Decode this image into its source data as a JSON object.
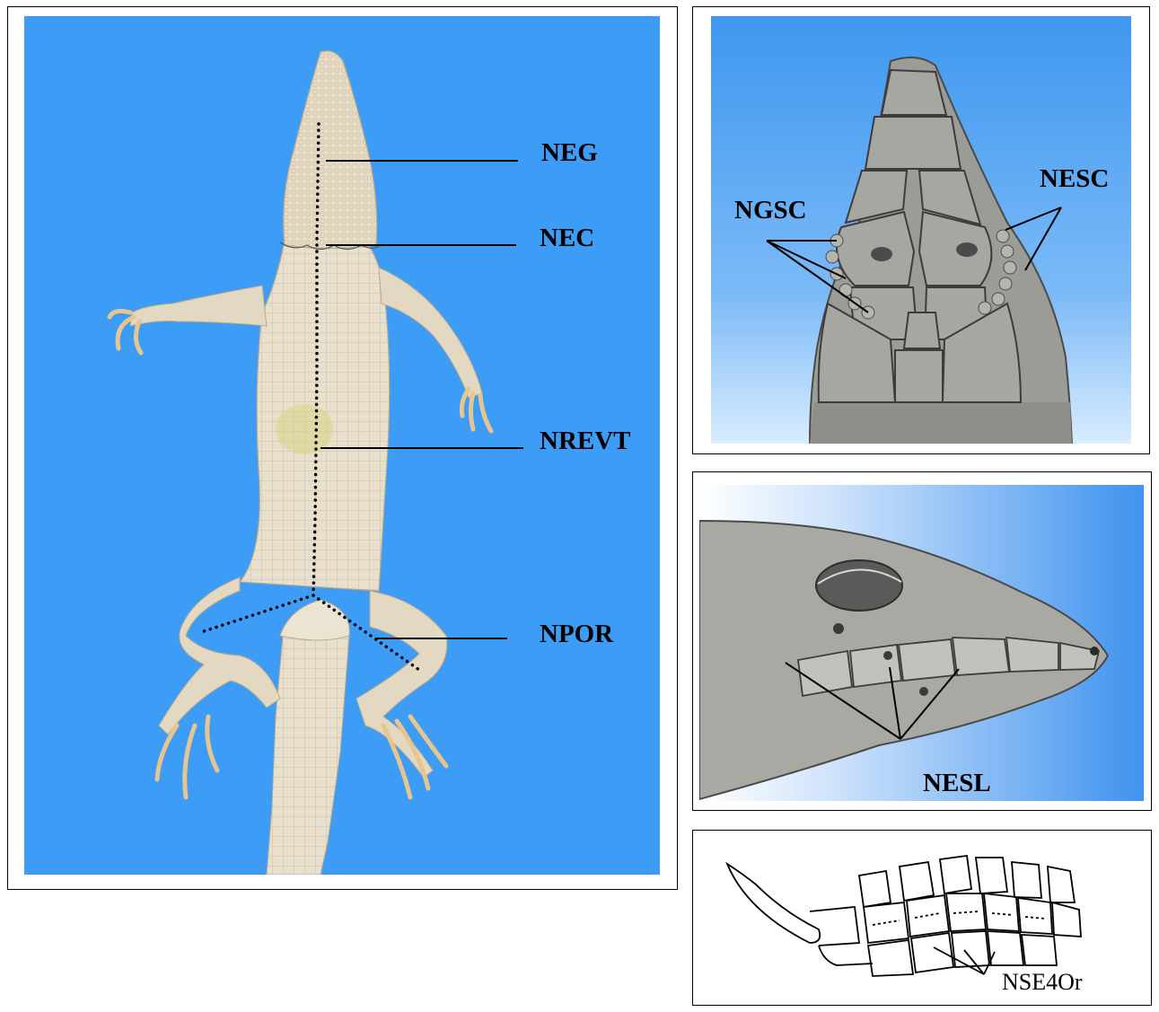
{
  "labels": {
    "neg": "NEG",
    "nec": "NEC",
    "nrevt": "NREVT",
    "npor": "NPOR",
    "ngsc": "NGSC",
    "nesc": "NESC",
    "nesl": "NESL",
    "nse4or": "NSE4Or"
  },
  "colors": {
    "background_blue": "#3d9cf5",
    "specimen": "#e6ddc9",
    "scale_gray": "#9a9a9a",
    "line": "#000000"
  }
}
